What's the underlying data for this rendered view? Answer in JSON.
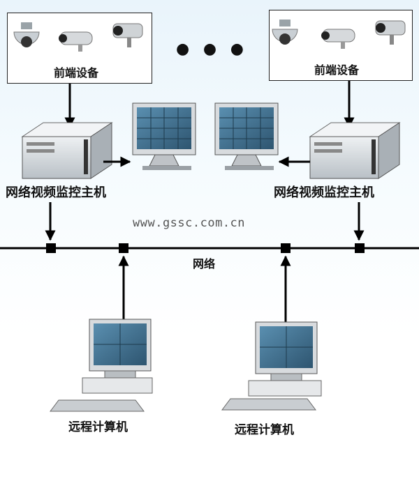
{
  "front_equipment_left": {
    "label": "前端设备"
  },
  "front_equipment_right": {
    "label": "前端设备"
  },
  "host_left": {
    "label": "网络视频监控主机"
  },
  "host_right": {
    "label": "网络视频监控主机"
  },
  "network": {
    "label": "网络"
  },
  "remote_left": {
    "label": "远程计算机"
  },
  "remote_right": {
    "label": "远程计算机"
  },
  "watermark": "www.gssc.com.cn",
  "ellipsis": "● ● ●",
  "colors": {
    "line": "#000000",
    "server": "#d9dde0",
    "screen": "#3a6f8a",
    "background": "#eaf5fb"
  }
}
